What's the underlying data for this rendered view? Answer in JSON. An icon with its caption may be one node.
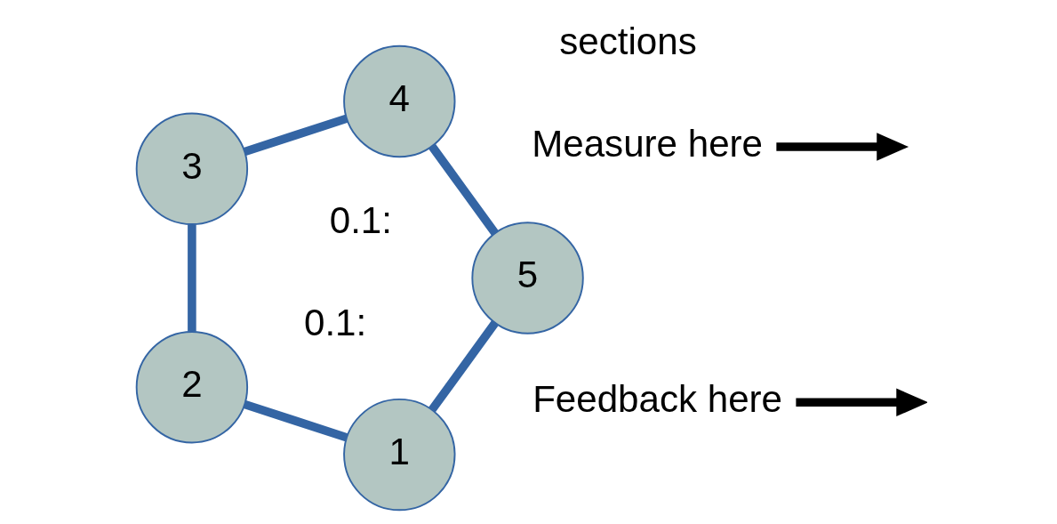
{
  "diagram": {
    "nodes": [
      {
        "text": [
          "1"
        ]
      },
      {
        "text": [
          "2"
        ]
      },
      {
        "text": [
          "3"
        ]
      },
      {
        "text": [
          "4"
        ]
      },
      {
        "text": [
          "5"
        ]
      },
      {
        "text": [
          "Measure here"
        ]
      },
      {
        "text": [
          "Feedback here"
        ]
      }
    ],
    "edges": [
      {
        "from": 0,
        "to": 1,
        "arrow": "none"
      },
      {
        "from": 1,
        "to": 2,
        "arrow": "none"
      },
      {
        "from": 2,
        "to": 3,
        "arrow": "none"
      },
      {
        "from": 3,
        "to": 4,
        "arrow": "none"
      },
      {
        "from": 4,
        "to": 0,
        "arrow": "none"
      },
      {
        "from": 5,
        "to": null,
        "arrow": "to",
        "color": "#000000"
      },
      {
        "from": 6,
        "to": null,
        "arrow": "to",
        "color": "#000000"
      }
    ],
    "labels": [
      "sections",
      "0.1:",
      "0.1:"
    ]
  }
}
